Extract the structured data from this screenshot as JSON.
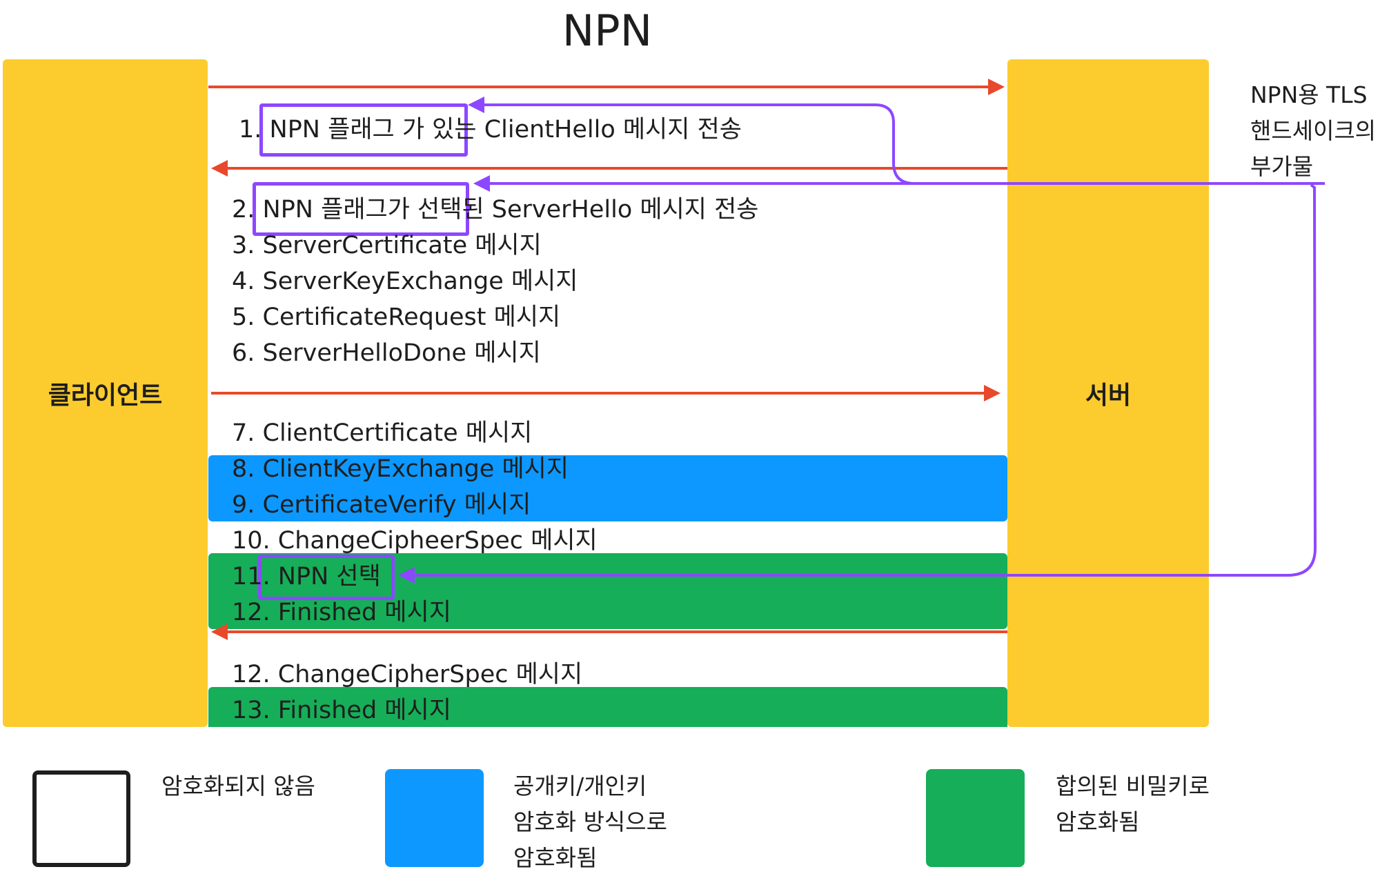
{
  "title": "NPN",
  "client_label": "클라이언트",
  "server_label": "서버",
  "side_note": [
    "NPN용 TLS",
    "핸드세이크의",
    "부가물"
  ],
  "messages": {
    "m1": "1. NPN 플래그 가 있는 ClientHello 메시지 전송",
    "m2": "2. NPN 플래그가 선택된 ServerHello 메시지 전송",
    "m3": "3. ServerCertificate 메시지",
    "m4": "4. ServerKeyExchange 메시지",
    "m5": "5. CertificateRequest 메시지",
    "m6": "6. ServerHelloDone 메시지",
    "m7": "7. ClientCertificate 메시지",
    "m8": "8. ClientKeyExchange 메시지",
    "m9": "9. CertificateVerify 메시지",
    "m10": "10. ChangeCipheerSpec 메시지",
    "m11": "11. NPN 선택",
    "m12a": "12. Finished 메시지",
    "m12b": "12. ChangeCipherSpec 메시지",
    "m13": "13. Finished 메시지"
  },
  "legend": {
    "unencrypted": [
      "암호화되지 않음"
    ],
    "public_private": [
      "공개키/개인키",
      "암호화 방식으로",
      "암호화됨"
    ],
    "shared_secret": [
      "합의된 비밀키로",
      "암호화됨"
    ]
  },
  "colors": {
    "pillar": "#fccb2e",
    "public_key_band": "#0c98ff",
    "secret_key_band": "#16ae58",
    "arrow": "#e8492c",
    "highlight": "#8d47ff"
  }
}
